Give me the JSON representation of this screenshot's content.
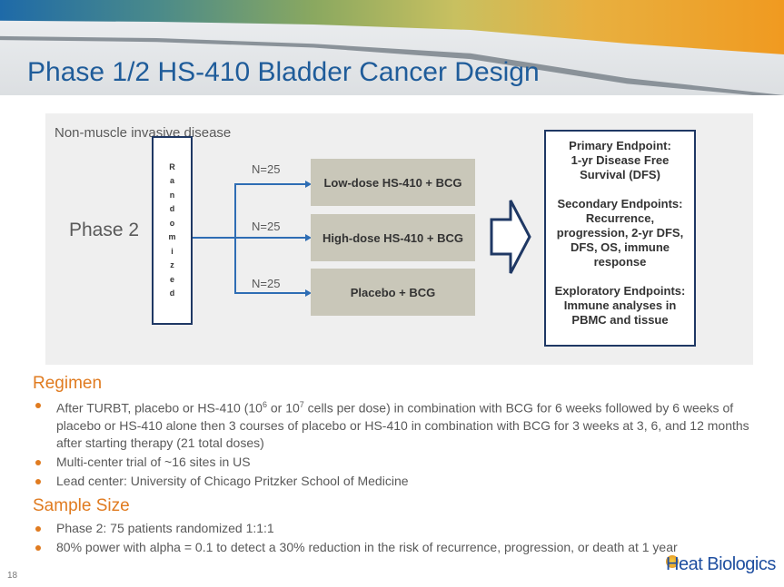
{
  "title": "Phase 1/2 HS-410 Bladder Cancer Design",
  "diagram": {
    "population": "Non-muscle invasive disease",
    "phase": "Phase 2",
    "randomized_letters": [
      "R",
      "a",
      "n",
      "d",
      "o",
      "m",
      "i",
      "z",
      "e",
      "d"
    ],
    "arms": [
      {
        "n": "N=25",
        "label": "Low-dose HS-410 + BCG"
      },
      {
        "n": "N=25",
        "label": "High-dose HS-410 + BCG"
      },
      {
        "n": "N=25",
        "label": "Placebo + BCG"
      }
    ],
    "endpoints": {
      "primary_title": "Primary Endpoint:",
      "primary": "1-yr Disease Free Survival (DFS)",
      "secondary_title": "Secondary Endpoints:",
      "secondary": "Recurrence, progression, 2-yr DFS, DFS, OS, immune response",
      "exploratory_title": "Exploratory Endpoints:",
      "exploratory": "Immune analyses in PBMC and tissue"
    }
  },
  "regimen": {
    "heading": "Regimen",
    "bullets": [
      {
        "a": "After TURBT, placebo or HS-410 (10",
        "s1": "6",
        "b": " or 10",
        "s2": "7",
        "c": " cells per dose) in combination with BCG for 6 weeks followed by 6 weeks of placebo or HS-410 alone then 3 courses of placebo or HS-410  in combination with BCG for 3 weeks at 3, 6, and 12 months after starting therapy (21 total doses)"
      },
      "Multi-center trial of ~16 sites in US",
      "Lead center: University of Chicago Pritzker School of Medicine"
    ]
  },
  "sample": {
    "heading": "Sample Size",
    "bullets": [
      "Phase 2: 75 patients randomized 1:1:1",
      "80% power with alpha = 0.1 to detect a 30% reduction in the risk of recurrence, progression, or death at 1 year"
    ]
  },
  "page_number": "18",
  "logo": "Heat Biologics"
}
